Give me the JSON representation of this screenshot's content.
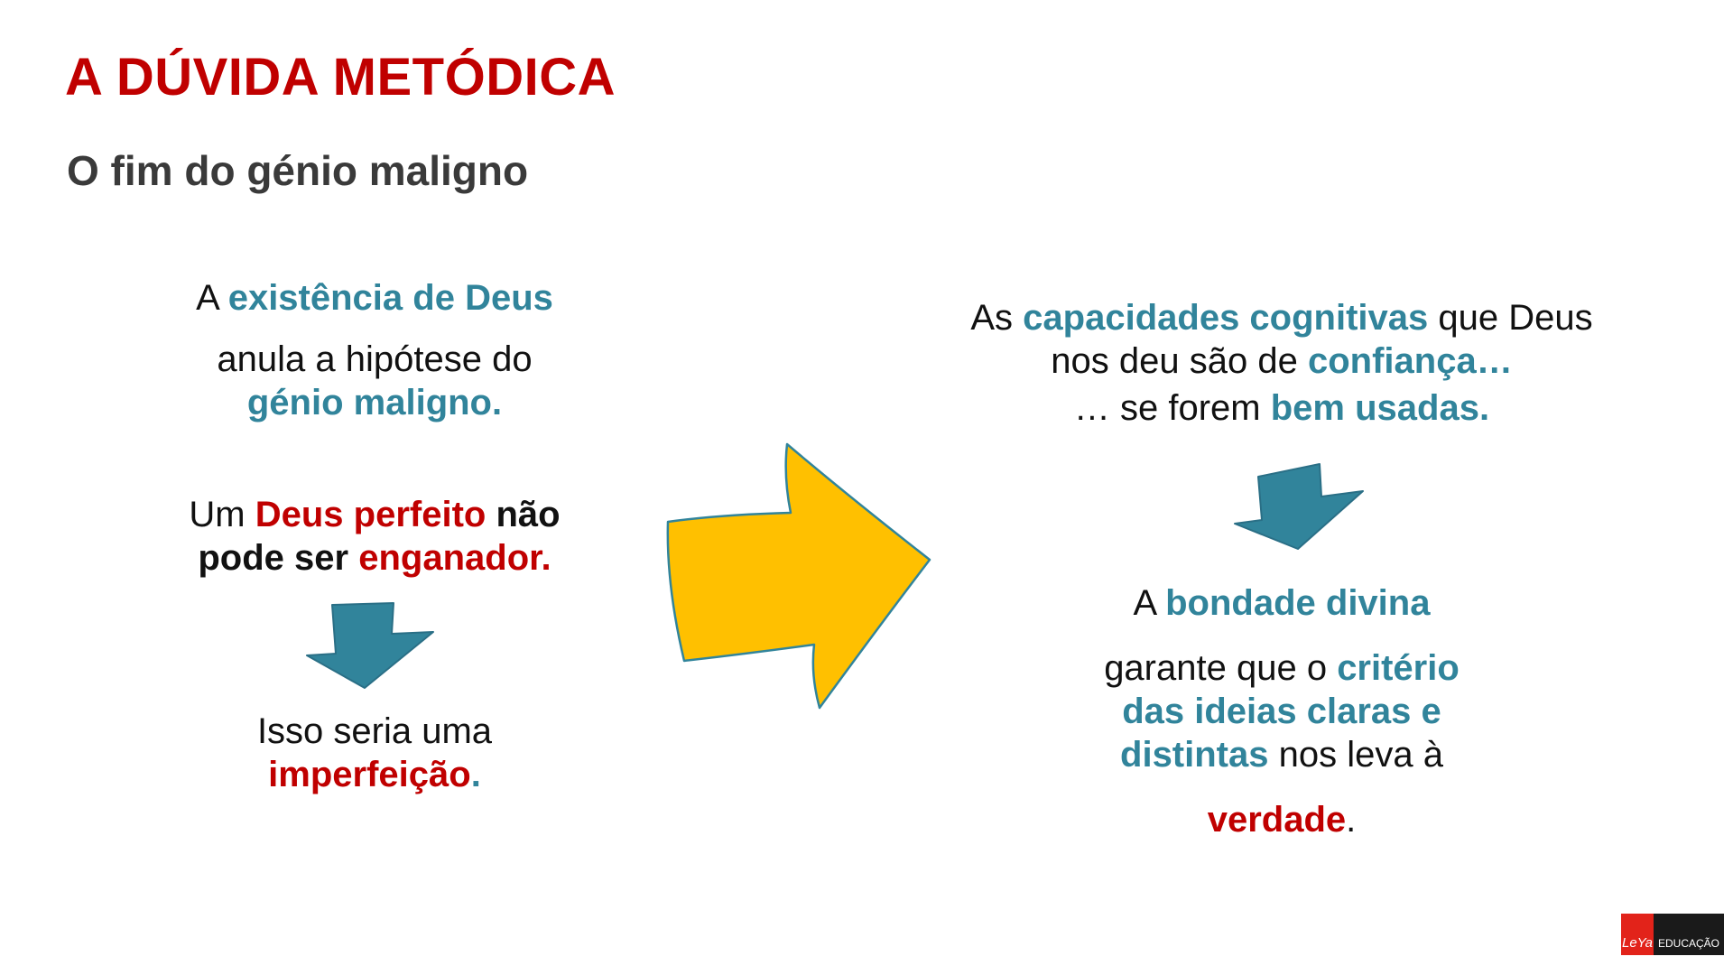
{
  "slide": {
    "title": "A DÚVIDA METÓDICA",
    "subtitle": "O fim do génio maligno"
  },
  "left": {
    "block1": {
      "l1_a": "A ",
      "l1_b": "existência de Deus",
      "l2": "anula a hipótese do",
      "l3": "génio maligno."
    },
    "block2": {
      "l1_a": "Um ",
      "l1_b": "Deus perfeito",
      "l1_c": " não",
      "l2_a": "pode ser ",
      "l2_b": "enganador."
    },
    "block3": {
      "l1": "Isso seria uma",
      "l2_a": "imperfeição",
      "l2_b": "."
    }
  },
  "right": {
    "block1": {
      "l1_a": "As ",
      "l1_b": "capacidades cognitivas",
      "l1_c": " que Deus",
      "l2_a": "nos deu são de ",
      "l2_b": "confiança…",
      "l3_a": "… se forem ",
      "l3_b": "bem usadas."
    },
    "block2": {
      "l1_a": "A ",
      "l1_b": "bondade divina",
      "l2_a": "garante que o ",
      "l2_b": "critério",
      "l3": "das ideias claras e",
      "l4_a": "distintas",
      "l4_b": " nos leva à",
      "l5_a": "verdade",
      "l5_b": "."
    }
  },
  "logo": {
    "mark": "LeYa",
    "text": "EDUCAÇÃO"
  },
  "icons": {
    "big_arrow": "right-arrow-icon",
    "small_arrow": "down-arrow-icon"
  },
  "colors": {
    "title": "#c00000",
    "teal": "#31849b",
    "red": "#c00000",
    "arrow_yellow": "#ffc000",
    "arrow_teal": "#31849b"
  }
}
